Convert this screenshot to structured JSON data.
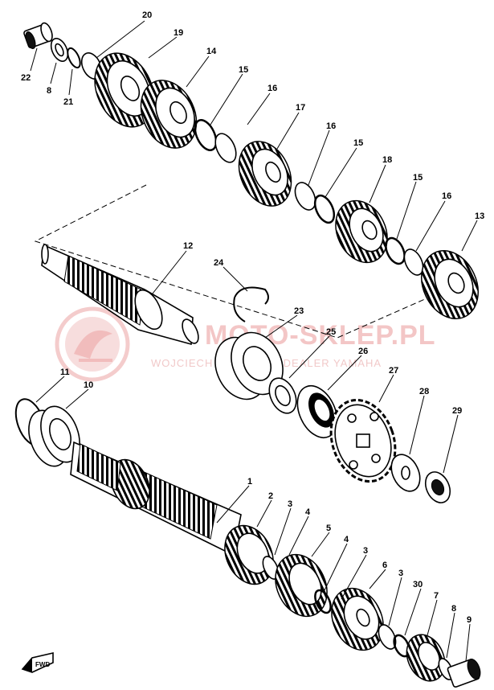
{
  "watermark": {
    "title": "MOTO-SKLEP.PL",
    "subtitle": "WOJCIECH GOŁĄBCZ | DEALER YAMAHA"
  },
  "fwd_label": "FWD",
  "labels": [
    {
      "id": "p20",
      "text": "20"
    },
    {
      "id": "p19",
      "text": "19"
    },
    {
      "id": "p14",
      "text": "14"
    },
    {
      "id": "p15a",
      "text": "15"
    },
    {
      "id": "p16a",
      "text": "16"
    },
    {
      "id": "p17",
      "text": "17"
    },
    {
      "id": "p16b",
      "text": "16"
    },
    {
      "id": "p15b",
      "text": "15"
    },
    {
      "id": "p18",
      "text": "18"
    },
    {
      "id": "p15c",
      "text": "15"
    },
    {
      "id": "p16c",
      "text": "16"
    },
    {
      "id": "p13",
      "text": "13"
    },
    {
      "id": "p22",
      "text": "22"
    },
    {
      "id": "p8a",
      "text": "8"
    },
    {
      "id": "p21",
      "text": "21"
    },
    {
      "id": "p12",
      "text": "12"
    },
    {
      "id": "p24",
      "text": "24"
    },
    {
      "id": "p23",
      "text": "23"
    },
    {
      "id": "p25",
      "text": "25"
    },
    {
      "id": "p26",
      "text": "26"
    },
    {
      "id": "p27",
      "text": "27"
    },
    {
      "id": "p28",
      "text": "28"
    },
    {
      "id": "p29",
      "text": "29"
    },
    {
      "id": "p11",
      "text": "11"
    },
    {
      "id": "p10",
      "text": "10"
    },
    {
      "id": "p1",
      "text": "1"
    },
    {
      "id": "p2",
      "text": "2"
    },
    {
      "id": "p3a",
      "text": "3"
    },
    {
      "id": "p4a",
      "text": "4"
    },
    {
      "id": "p5",
      "text": "5"
    },
    {
      "id": "p4b",
      "text": "4"
    },
    {
      "id": "p3b",
      "text": "3"
    },
    {
      "id": "p6",
      "text": "6"
    },
    {
      "id": "p3c",
      "text": "3"
    },
    {
      "id": "p30",
      "text": "30"
    },
    {
      "id": "p7",
      "text": "7"
    },
    {
      "id": "p8b",
      "text": "8"
    },
    {
      "id": "p9",
      "text": "9"
    }
  ]
}
